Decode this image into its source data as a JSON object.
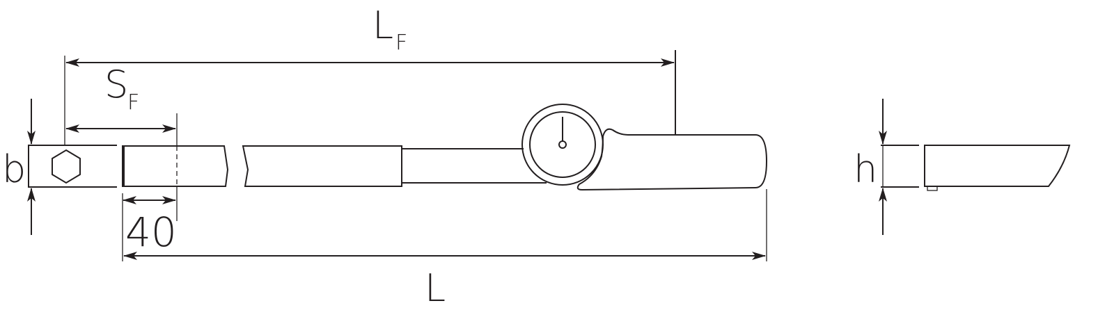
{
  "labels": {
    "lf_main": "L",
    "lf_sub": "F",
    "sf_main": "S",
    "sf_sub": "F",
    "b": "b",
    "forty": "40",
    "l": "L",
    "h": "h"
  },
  "colors": {
    "line": "#231f20",
    "background": "#ffffff"
  }
}
